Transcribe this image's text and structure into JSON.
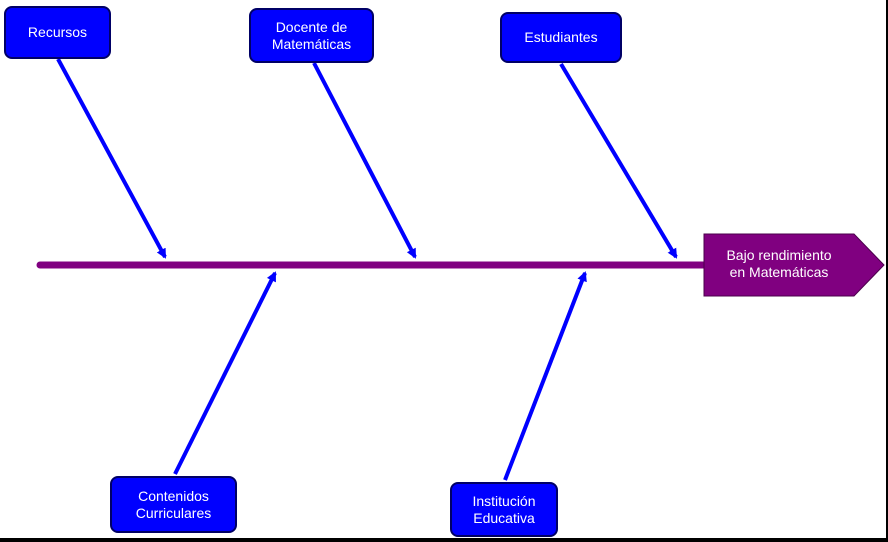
{
  "diagram": {
    "effect": {
      "line1": "Bajo rendimiento",
      "line2": "en Matemáticas"
    },
    "causes_top": [
      {
        "line1": "Recursos"
      },
      {
        "line1": "Docente de",
        "line2": "Matemáticas"
      },
      {
        "line1": "Estudiantes"
      }
    ],
    "causes_bottom": [
      {
        "line1": "Contenidos",
        "line2": "Curriculares"
      },
      {
        "line1": "Institución",
        "line2": "Educativa"
      }
    ]
  },
  "colors": {
    "cause_box": "#0000ff",
    "cause_box_border": "#000066",
    "arrow": "#0000ff",
    "spine": "#800080",
    "effect_box": "#800080",
    "text": "#ffffff",
    "background": "#ffffff"
  }
}
